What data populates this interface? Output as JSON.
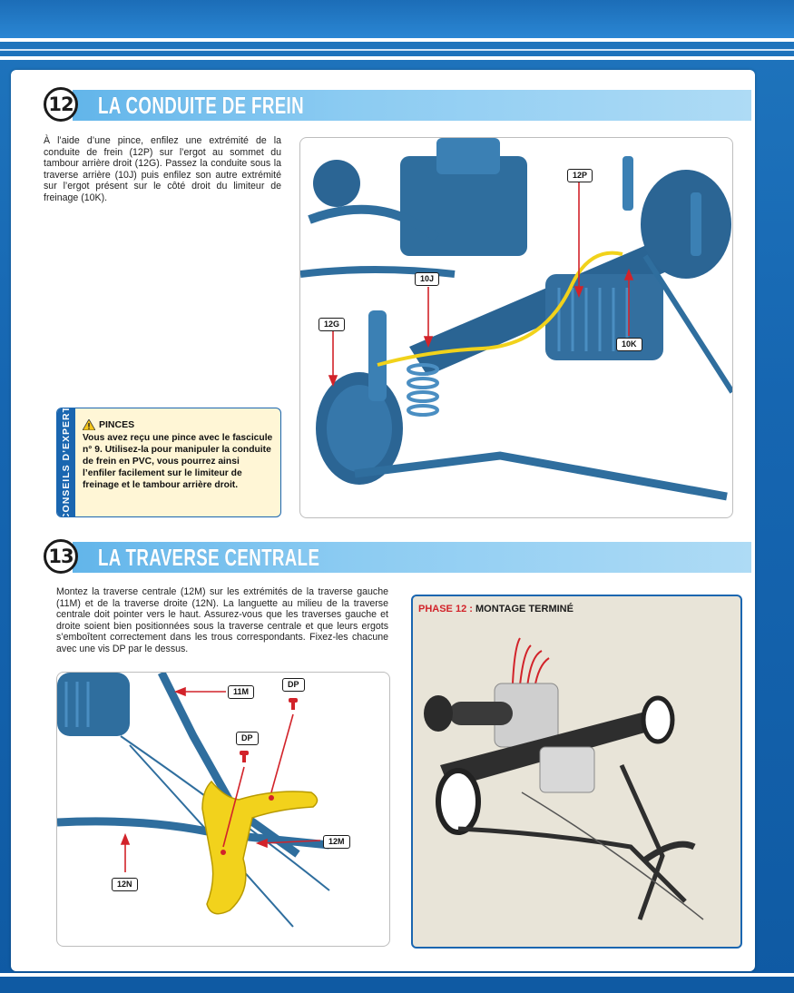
{
  "step12": {
    "number": "12",
    "title": "LA CONDUITE DE FREIN",
    "text": "À l’aide d’une pince, enfilez une extrémité de la conduite de frein (12P) sur l’ergot au sommet du tambour arrière droit (12G). Passez la conduite sous la traverse arrière (10J) puis enfilez son autre extrémité sur l’ergot présent sur le côté droit du limiteur de freinage (10K).",
    "labels": {
      "p12P": "12P",
      "p10J": "10J",
      "p12G": "12G",
      "p10K": "10K"
    }
  },
  "tip": {
    "side_label": "CONSEILS D’EXPERT",
    "title": "PINCES",
    "text": "Vous avez reçu une pince avec le fascicule n° 9. Utilisez-la pour manipuler la conduite de frein en PVC, vous pourrez ainsi l’enfiler facilement sur le limiteur de freinage et le tambour arrière droit."
  },
  "step13": {
    "number": "13",
    "title": "LA TRAVERSE CENTRALE",
    "text": "Montez la traverse centrale (12M) sur les extrémités de la traverse gauche (11M) et de la traverse droite (12N). La languette au milieu de la traverse centrale doit pointer vers le haut. Assurez-vous que les traverses gauche et droite soient bien positionnées sous la traverse centrale et que leurs ergots s’emboîtent correctement dans les trous correspondants. Fixez-les chacune avec une vis DP par le dessus.",
    "labels": {
      "p11M": "11M",
      "dp1": "DP",
      "dp2": "DP",
      "p12M": "12M",
      "p12N": "12N"
    }
  },
  "final": {
    "phase": "PHASE 12 :",
    "caption": "MONTAGE TERMINÉ"
  },
  "colors": {
    "page_blue": "#1666b1",
    "header_bar": "#8bcbf2",
    "part_blue": "#2f6e9e",
    "brake_line": "#f1d21b",
    "leader_red": "#d2232a",
    "tip_bg": "#fff6d6"
  }
}
